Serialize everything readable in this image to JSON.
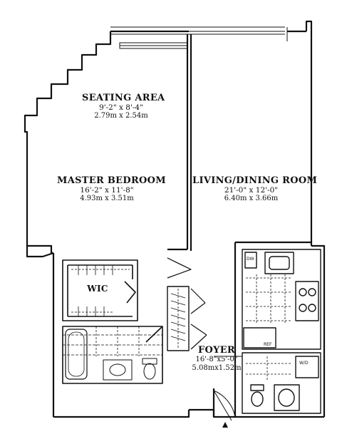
{
  "rooms": {
    "seating": {
      "name": "SEATING AREA",
      "dim_imperial": "9'-2\" x 8'-4\"",
      "dim_metric": "2.79m x 2.54m"
    },
    "master": {
      "name": "MASTER BEDROOM",
      "dim_imperial": "16'-2\" x 11'-8\"",
      "dim_metric": "4.93m x 3.51m"
    },
    "living": {
      "name": "LIVING/DINING ROOM",
      "dim_imperial": "21'-0\" x 12'-0\"",
      "dim_metric": "6.40m x 3.66m"
    },
    "wic": {
      "name": "WIC"
    },
    "foyer": {
      "name": "FOYER",
      "dim_imperial": "16'-8\"x5'-0\"",
      "dim_metric": "5.08mx1.52m"
    }
  },
  "appliances": {
    "dishwasher": "DW",
    "refrigerator": "REF",
    "washer_dryer": "W/D"
  }
}
